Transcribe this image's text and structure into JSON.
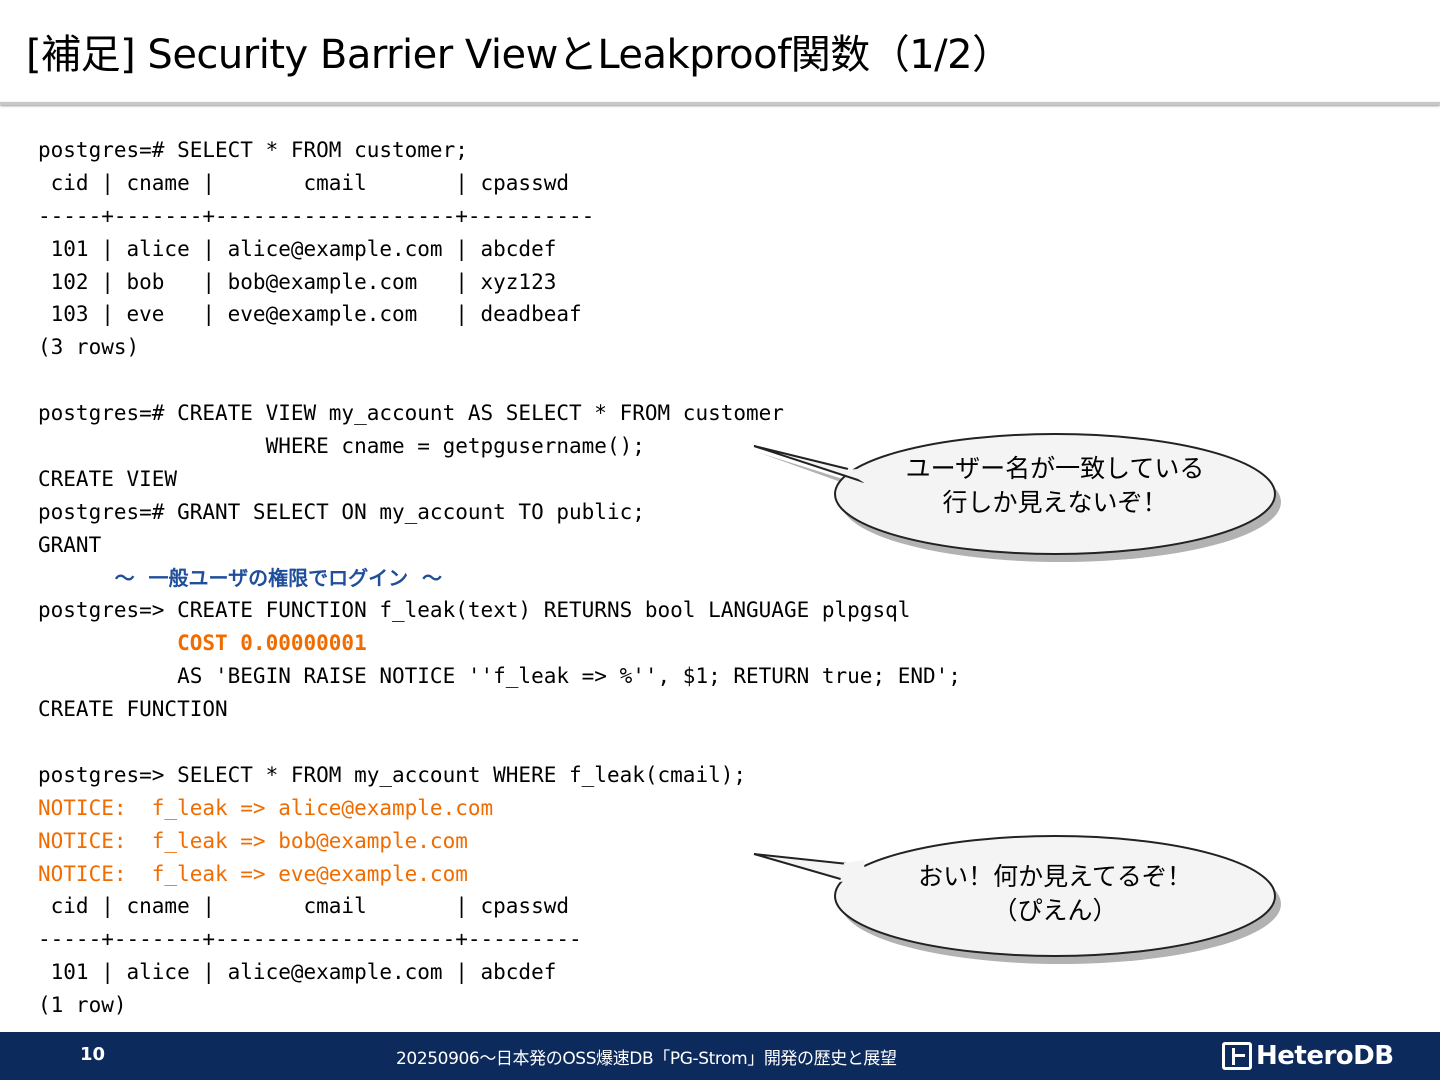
{
  "slide": {
    "title": "[補足] Security Barrier ViewとLeakproof関数（1/2）"
  },
  "code": {
    "lines": [
      {
        "text": "postgres=# SELECT * FROM customer;"
      },
      {
        "text": " cid | cname |       cmail       | cpasswd"
      },
      {
        "text": "-----+-------+-------------------+----------"
      },
      {
        "text": " 101 | alice | alice@example.com | abcdef"
      },
      {
        "text": " 102 | bob   | bob@example.com   | xyz123"
      },
      {
        "text": " 103 | eve   | eve@example.com   | deadbeaf"
      },
      {
        "text": "(3 rows)"
      },
      {
        "text": ""
      },
      {
        "text": "postgres=# CREATE VIEW my_account AS SELECT * FROM customer"
      },
      {
        "text": "                  WHERE cname = getpgusername();"
      },
      {
        "text": "CREATE VIEW"
      },
      {
        "text": "postgres=# GRANT SELECT ON my_account TO public;"
      },
      {
        "text": "GRANT"
      },
      {
        "text": "           ～  一般ユーザの権限でログイン  ～",
        "style": "blue"
      },
      {
        "text": "postgres=> CREATE FUNCTION f_leak(text) RETURNS bool LANGUAGE plpgsql"
      },
      {
        "text": "           COST 0.00000001",
        "style": "orange-bold"
      },
      {
        "text": "           AS 'BEGIN RAISE NOTICE ''f_leak => %'', $1; RETURN true; END';"
      },
      {
        "text": "CREATE FUNCTION"
      },
      {
        "text": ""
      },
      {
        "text": "postgres=> SELECT * FROM my_account WHERE f_leak(cmail);"
      },
      {
        "text": "NOTICE:  f_leak => alice@example.com",
        "style": "orange"
      },
      {
        "text": "NOTICE:  f_leak => bob@example.com",
        "style": "orange"
      },
      {
        "text": "NOTICE:  f_leak => eve@example.com",
        "style": "orange"
      },
      {
        "text": " cid | cname |       cmail       | cpasswd"
      },
      {
        "text": "-----+-------+-------------------+---------"
      },
      {
        "text": " 101 | alice | alice@example.com | abcdef"
      },
      {
        "text": "(1 row)"
      }
    ]
  },
  "callouts": {
    "first": {
      "line1": "ユーザー名が一致している",
      "line2": "行しか見えないぞ！"
    },
    "second": {
      "line1": "おい！何か見えてるぞ！",
      "line2": "（ぴえん）"
    }
  },
  "footer": {
    "page_number": "10",
    "caption": "20250906～日本発のOSS爆速DB「PG-Strom」開発の歴史と展望",
    "logo_text": "HeteroDB"
  },
  "colors": {
    "accent_orange": "#f06c00",
    "accent_blue": "#1f4e9b",
    "footer_bg": "#0c2a5c"
  }
}
